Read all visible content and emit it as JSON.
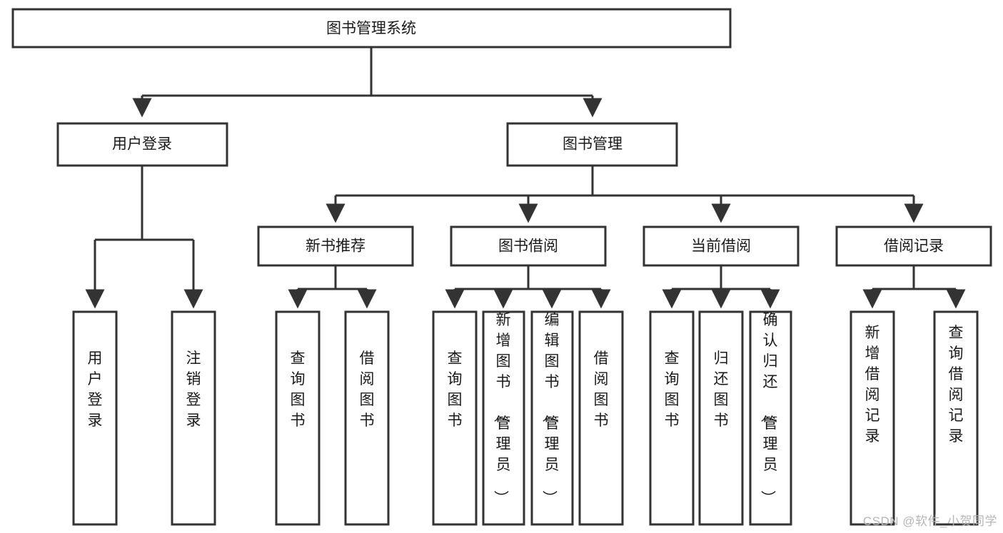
{
  "diagram": {
    "type": "tree-hierarchy",
    "title": "图书管理系统",
    "orientation": "top-down",
    "colors": {
      "box_fill": "#ffffff",
      "box_stroke": "#333333",
      "text": "#1a1a1a",
      "watermark": "#b6b6b6"
    },
    "root": {
      "label": "图书管理系统"
    },
    "level1": [
      {
        "label": "用户登录"
      },
      {
        "label": "图书管理"
      }
    ],
    "level2": [
      {
        "label": "新书推荐"
      },
      {
        "label": "图书借阅"
      },
      {
        "label": "当前借阅"
      },
      {
        "label": "借阅记录"
      }
    ],
    "leaves": {
      "user_login": [
        {
          "label": "用户登录"
        },
        {
          "label": "注销登录"
        }
      ],
      "new_book_recommend": [
        {
          "label": "查询图书"
        },
        {
          "label": "借阅图书"
        }
      ],
      "book_borrow": [
        {
          "label": "查询图书"
        },
        {
          "label": "新增图书（管理员）"
        },
        {
          "label": "编辑图书（管理员）"
        },
        {
          "label": "借阅图书"
        }
      ],
      "current_borrow": [
        {
          "label": "查询图书"
        },
        {
          "label": "归还图书"
        },
        {
          "label": "确认归还（管理员）"
        }
      ],
      "borrow_record": [
        {
          "label": "新增借阅记录"
        },
        {
          "label": "查询借阅记录"
        }
      ]
    }
  },
  "watermark": {
    "text": "CSDN @软件_小贺同学"
  }
}
